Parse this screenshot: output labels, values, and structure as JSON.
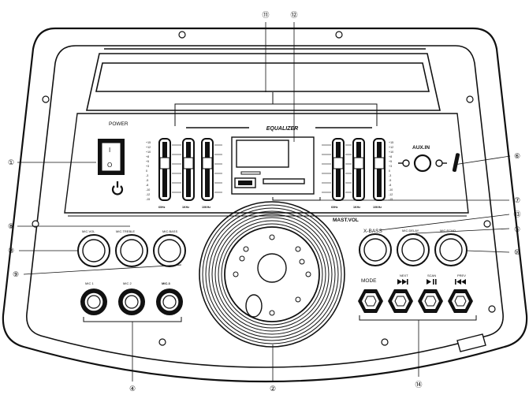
{
  "callouts": [
    "①",
    "②",
    "③",
    "④",
    "⑤",
    "⑥",
    "⑦",
    "⑧",
    "⑨",
    "⑩",
    "⑪",
    "⑫",
    "⑬",
    "⑭"
  ],
  "labels": {
    "power": "POWER",
    "equalizer": "EQUALIZER",
    "aux_in": "AUX.IN",
    "mast_vol": "MAST.VOL",
    "x_bass": "X-BASS",
    "mic_delay": "MIC.DELAY",
    "mic_echo": "MIC.ECHO",
    "mic_vol": "MIC.VOL",
    "mic_treble": "MIC.TREBLE",
    "mic_bass": "MIC.BASS",
    "mic1": "MIC 1",
    "mic2": "MIC 2",
    "mic3": "MIC.3",
    "mode": "MODE",
    "next": "NEXT",
    "scan": "SCAN",
    "prev": "PREV",
    "switch_on": "I",
    "switch_off": "O"
  },
  "eq_scale": [
    "+15",
    "+12",
    "+10",
    "+8",
    "+5",
    "+3",
    "0",
    "-3",
    "-5",
    "-8",
    "-10",
    "-12",
    "-15"
  ],
  "eq_freqs": [
    "60Hz",
    "1KHz",
    "10KHz"
  ]
}
